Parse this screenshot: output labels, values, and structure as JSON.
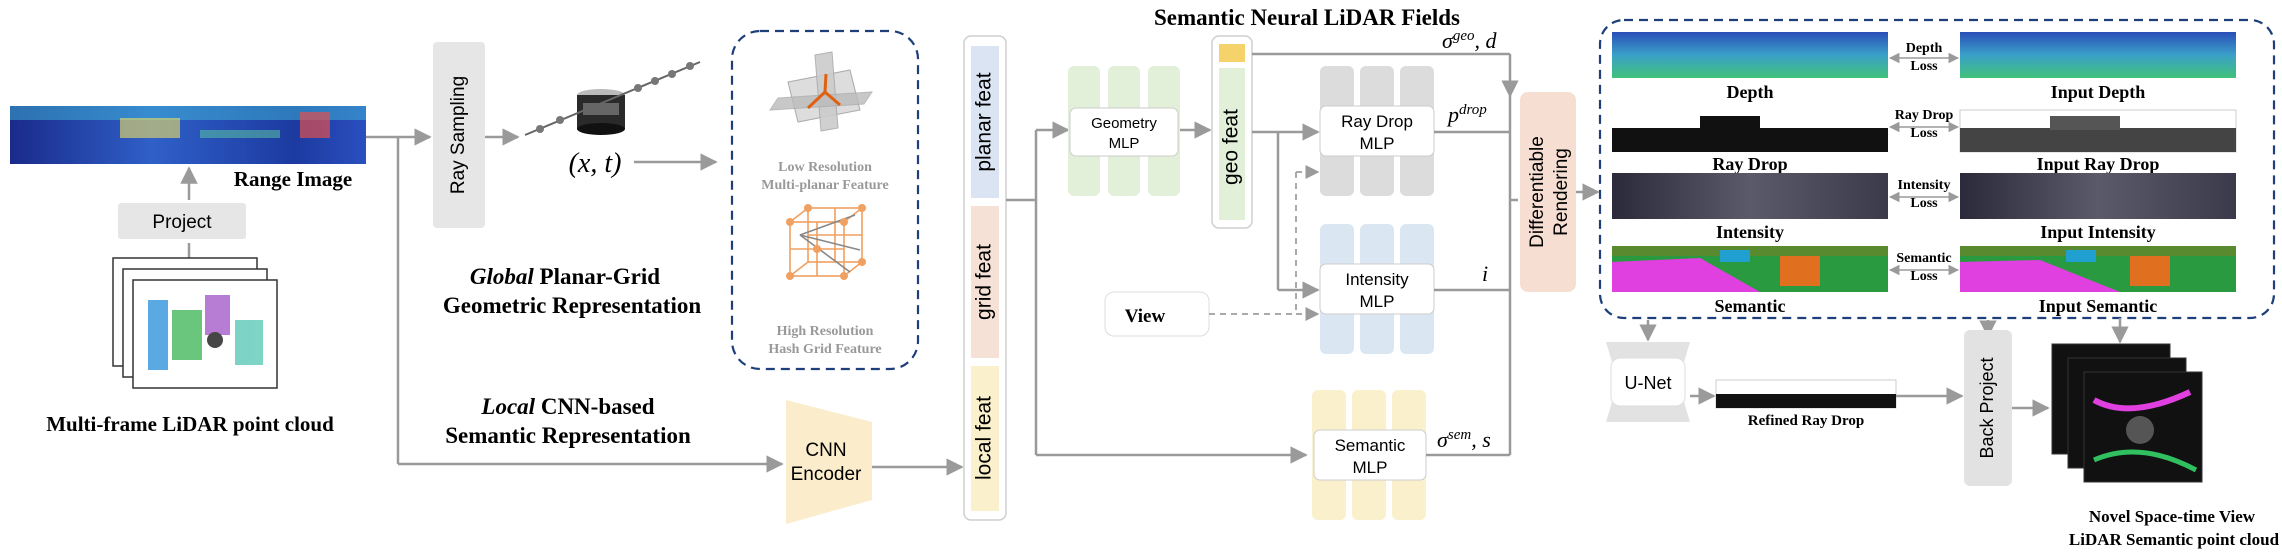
{
  "title": "Semantic Neural LiDAR Fields",
  "input": {
    "range_image": "Range Image",
    "project": "Project",
    "pointcloud": "Multi-frame LiDAR point cloud"
  },
  "sampling": {
    "ray_sampling": "Ray Sampling",
    "coord": "(x, t)"
  },
  "global_rep": {
    "line1_em": "Global",
    "line1_rest": " Planar-Grid",
    "line2": "Geometric Representation",
    "low_res_1": "Low Resolution",
    "low_res_2": "Multi-planar Feature",
    "high_res_1": "High Resolution",
    "high_res_2": "Hash Grid Feature"
  },
  "local_rep": {
    "line1_em": "Local",
    "line1_rest": " CNN-based",
    "line2": "Semantic Representation",
    "cnn_1": "CNN",
    "cnn_2": "Encoder"
  },
  "features": {
    "planar": "planar feat",
    "grid": "grid feat",
    "local": "local feat",
    "geo": "geo feat"
  },
  "mlps": {
    "geometry_1": "Geometry",
    "geometry_2": "MLP",
    "raydrop_1": "Ray Drop",
    "raydrop_2": "MLP",
    "intensity_1": "Intensity",
    "intensity_2": "MLP",
    "semantic_1": "Semantic",
    "semantic_2": "MLP",
    "view": "View"
  },
  "outputs": {
    "geo_sym": "σ",
    "geo_sup": "geo",
    "geo_tail": ", d",
    "drop_sym": "p",
    "drop_sup": "drop",
    "int_sym": "i",
    "sem_sym": "σ",
    "sem_sup": "sem",
    "sem_tail": ", s"
  },
  "rendering": {
    "line1": "Differentiable",
    "line2": "Rendering"
  },
  "results": {
    "depth": "Depth",
    "input_depth": "Input Depth",
    "depth_loss_1": "Depth",
    "depth_loss_2": "Loss",
    "ray_drop": "Ray Drop",
    "input_ray_drop": "Input Ray Drop",
    "raydrop_loss_1": "Ray Drop",
    "raydrop_loss_2": "Loss",
    "intensity": "Intensity",
    "input_intensity": "Input Intensity",
    "intensity_loss_1": "Intensity",
    "intensity_loss_2": "Loss",
    "semantic": "Semantic",
    "input_semantic": "Input Semantic",
    "semantic_loss_1": "Semantic",
    "semantic_loss_2": "Loss"
  },
  "post": {
    "unet": "U-Net",
    "refined": "Refined Ray Drop",
    "back_project": "Back Project",
    "novel_1": "Novel Space-time View",
    "novel_2": "LiDAR Semantic point cloud"
  },
  "colors": {
    "planar_band": "#dbe4f3",
    "grid_band": "#f6e1d6",
    "local_band": "#fbf0cc",
    "geometry_mlp": "#e3f0d9",
    "raydrop_mlp": "#dcdcdc",
    "intensity_mlp": "#dbe6f3",
    "semantic_mlp": "#fbf0cc",
    "cnn": "#fbeccb",
    "rendering": "#f6dfd2",
    "dashed": "#1e3f7a",
    "arrow": "#9a9a9a"
  }
}
